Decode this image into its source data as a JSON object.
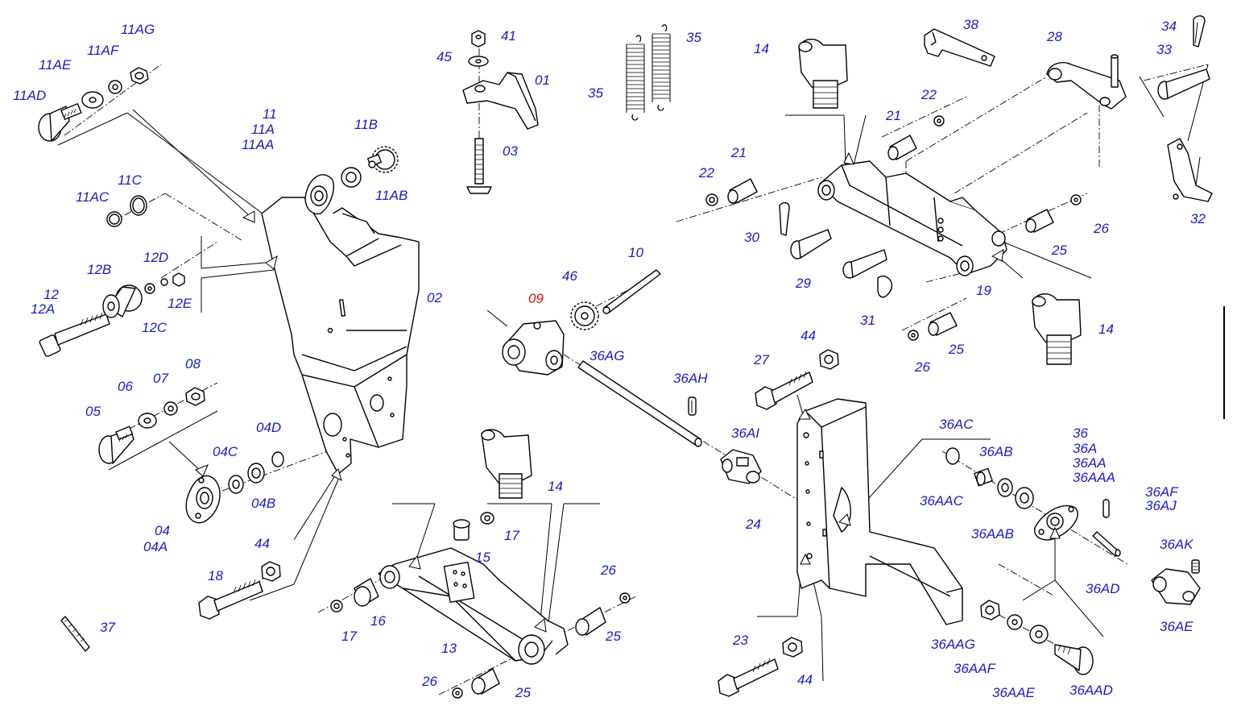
{
  "colors": {
    "label": "#1a1acc",
    "highlight": "#e01010",
    "line": "#000000",
    "background": "#ffffff"
  },
  "labels": [
    {
      "id": "11AG",
      "text": "11AG"
    },
    {
      "id": "11AE",
      "text": "11AE"
    },
    {
      "id": "11AF",
      "text": "11AF"
    },
    {
      "id": "11AD",
      "text": "11AD"
    },
    {
      "id": "11",
      "text": "11"
    },
    {
      "id": "11A",
      "text": "11A"
    },
    {
      "id": "11AA",
      "text": "11AA"
    },
    {
      "id": "11B",
      "text": "11B"
    },
    {
      "id": "11AB",
      "text": "11AB"
    },
    {
      "id": "11C",
      "text": "11C"
    },
    {
      "id": "11AC",
      "text": "11AC"
    },
    {
      "id": "12D",
      "text": "12D"
    },
    {
      "id": "12B",
      "text": "12B"
    },
    {
      "id": "12",
      "text": "12"
    },
    {
      "id": "12A",
      "text": "12A"
    },
    {
      "id": "12E",
      "text": "12E"
    },
    {
      "id": "12C",
      "text": "12C"
    },
    {
      "id": "02",
      "text": "02"
    },
    {
      "id": "05",
      "text": "05"
    },
    {
      "id": "06",
      "text": "06"
    },
    {
      "id": "07",
      "text": "07"
    },
    {
      "id": "08",
      "text": "08"
    },
    {
      "id": "04C",
      "text": "04C"
    },
    {
      "id": "04D",
      "text": "04D"
    },
    {
      "id": "04B",
      "text": "04B"
    },
    {
      "id": "04",
      "text": "04"
    },
    {
      "id": "04A",
      "text": "04A"
    },
    {
      "id": "18",
      "text": "18"
    },
    {
      "id": "44a",
      "text": "44"
    },
    {
      "id": "37",
      "text": "37"
    },
    {
      "id": "41",
      "text": "41"
    },
    {
      "id": "45",
      "text": "45"
    },
    {
      "id": "01",
      "text": "01"
    },
    {
      "id": "03",
      "text": "03"
    },
    {
      "id": "35a",
      "text": "35"
    },
    {
      "id": "35b",
      "text": "35"
    },
    {
      "id": "10",
      "text": "10"
    },
    {
      "id": "46",
      "text": "46"
    },
    {
      "id": "09",
      "text": "09",
      "highlight": true
    },
    {
      "id": "36AG",
      "text": "36AG"
    },
    {
      "id": "36AH",
      "text": "36AH"
    },
    {
      "id": "36AI",
      "text": "36AI"
    },
    {
      "id": "14a",
      "text": "14"
    },
    {
      "id": "15",
      "text": "15"
    },
    {
      "id": "17a",
      "text": "17"
    },
    {
      "id": "16",
      "text": "16"
    },
    {
      "id": "17b",
      "text": "17"
    },
    {
      "id": "13",
      "text": "13"
    },
    {
      "id": "26a",
      "text": "26"
    },
    {
      "id": "25a",
      "text": "25"
    },
    {
      "id": "26b",
      "text": "26"
    },
    {
      "id": "25b",
      "text": "25"
    },
    {
      "id": "14b",
      "text": "14"
    },
    {
      "id": "38",
      "text": "38"
    },
    {
      "id": "28",
      "text": "28"
    },
    {
      "id": "34",
      "text": "34"
    },
    {
      "id": "33",
      "text": "33"
    },
    {
      "id": "22a",
      "text": "22"
    },
    {
      "id": "21a",
      "text": "21"
    },
    {
      "id": "22b",
      "text": "22"
    },
    {
      "id": "21b",
      "text": "21"
    },
    {
      "id": "30",
      "text": "30"
    },
    {
      "id": "29",
      "text": "29"
    },
    {
      "id": "31",
      "text": "31"
    },
    {
      "id": "19",
      "text": "19"
    },
    {
      "id": "26c",
      "text": "26"
    },
    {
      "id": "25c",
      "text": "25"
    },
    {
      "id": "26d",
      "text": "26"
    },
    {
      "id": "25d",
      "text": "25"
    },
    {
      "id": "32",
      "text": "32"
    },
    {
      "id": "14c",
      "text": "14"
    },
    {
      "id": "44b",
      "text": "44"
    },
    {
      "id": "27",
      "text": "27"
    },
    {
      "id": "24",
      "text": "24"
    },
    {
      "id": "23",
      "text": "23"
    },
    {
      "id": "44c",
      "text": "44"
    },
    {
      "id": "36AC",
      "text": "36AC"
    },
    {
      "id": "36AB",
      "text": "36AB"
    },
    {
      "id": "36AAC",
      "text": "36AAC"
    },
    {
      "id": "36AAB",
      "text": "36AAB"
    },
    {
      "id": "36",
      "text": "36"
    },
    {
      "id": "36A",
      "text": "36A"
    },
    {
      "id": "36AA",
      "text": "36AA"
    },
    {
      "id": "36AAA",
      "text": "36AAA"
    },
    {
      "id": "36AF",
      "text": "36AF"
    },
    {
      "id": "36AJ",
      "text": "36AJ"
    },
    {
      "id": "36AK",
      "text": "36AK"
    },
    {
      "id": "36AD",
      "text": "36AD"
    },
    {
      "id": "36AE",
      "text": "36AE"
    },
    {
      "id": "36AAG",
      "text": "36AAG"
    },
    {
      "id": "36AAF",
      "text": "36AAF"
    },
    {
      "id": "36AAE",
      "text": "36AAE"
    },
    {
      "id": "36AAD",
      "text": "36AAD"
    }
  ]
}
